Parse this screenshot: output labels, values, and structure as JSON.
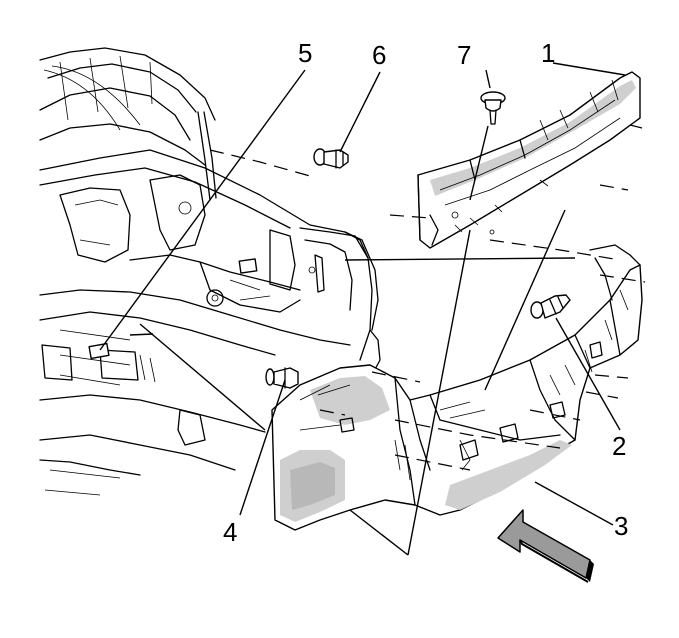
{
  "figure": {
    "callouts": [
      "1",
      "2",
      "3",
      "4",
      "5",
      "6",
      "7"
    ]
  }
}
